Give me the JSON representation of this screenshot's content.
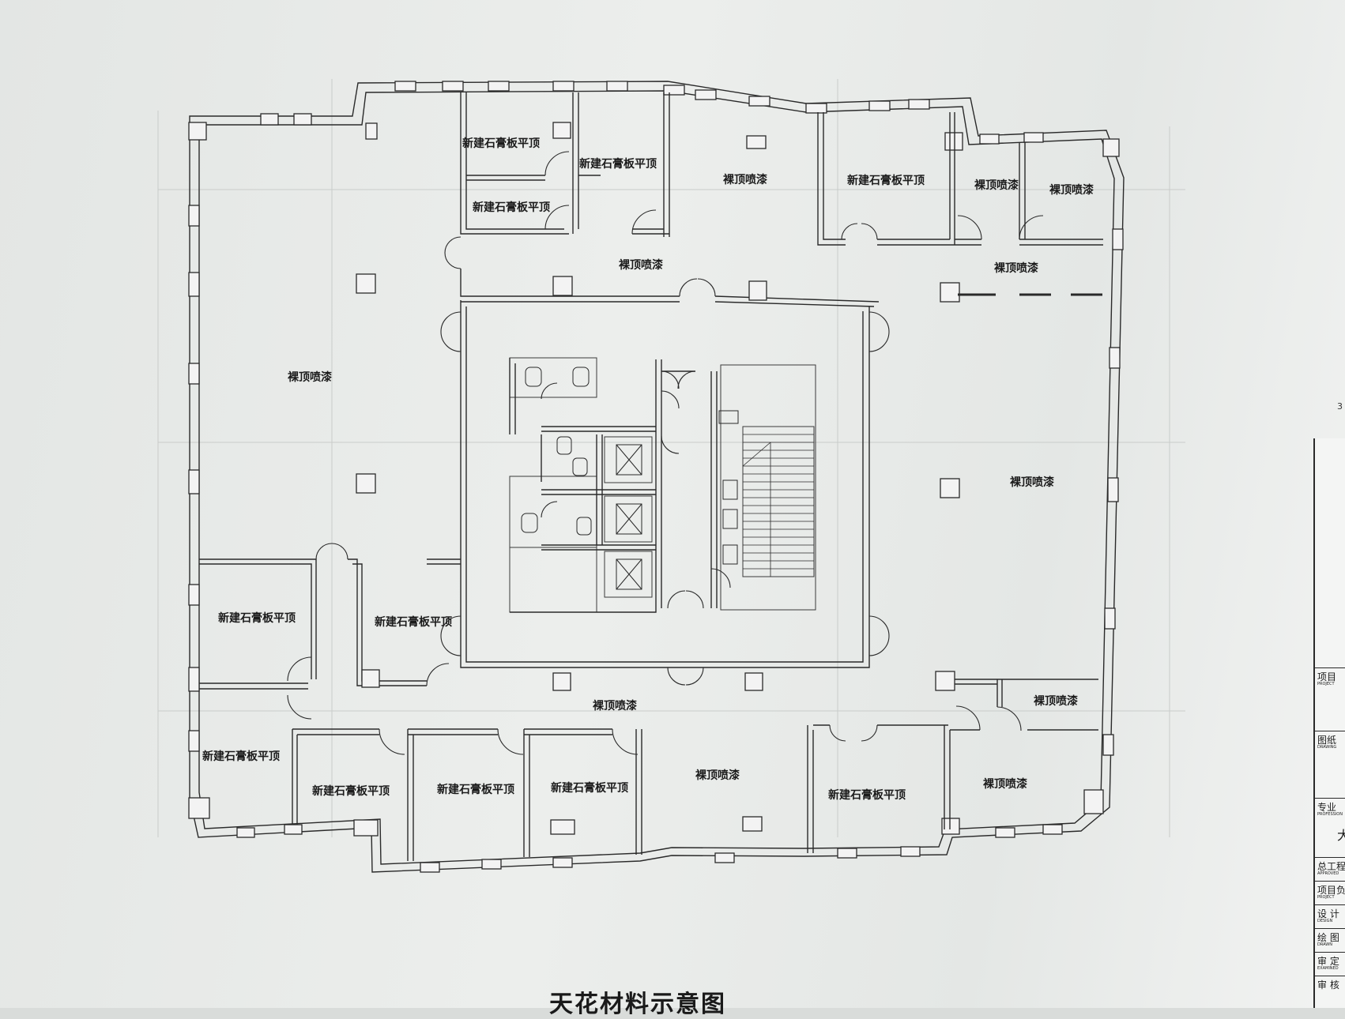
{
  "rooms": [
    {
      "label": "新建石膏板平顶"
    },
    {
      "label": "新建石膏板平顶"
    },
    {
      "label": "新建石膏板平顶"
    },
    {
      "label": "裸顶喷漆"
    },
    {
      "label": "新建石膏板平顶"
    },
    {
      "label": "裸顶喷漆"
    },
    {
      "label": "裸顶喷漆"
    },
    {
      "label": "裸顶喷漆"
    },
    {
      "label": "裸顶喷漆"
    },
    {
      "label": "裸顶喷漆"
    },
    {
      "label": "裸顶喷漆"
    },
    {
      "label": "新建石膏板平顶"
    },
    {
      "label": "新建石膏板平顶"
    },
    {
      "label": "裸顶喷漆"
    },
    {
      "label": "裸顶喷漆"
    },
    {
      "label": "新建石膏板平顶"
    },
    {
      "label": "新建石膏板平顶"
    },
    {
      "label": "新建石膏板平顶"
    },
    {
      "label": "新建石膏板平顶"
    },
    {
      "label": "裸顶喷漆"
    },
    {
      "label": "新建石膏板平顶"
    },
    {
      "label": "裸顶喷漆"
    }
  ],
  "drawing_title": "天花材料示意图",
  "edge_number": "3",
  "title_block": [
    {
      "cn": "项目",
      "en": "PROJECT"
    },
    {
      "cn": "图纸",
      "en": "DRAWING"
    },
    {
      "cn": "专业",
      "en": "PROFESSION"
    },
    {
      "cn": "大",
      "en": ""
    },
    {
      "cn": "总工程",
      "en": "APPROVED"
    },
    {
      "cn": "项目负",
      "en": "PROJECT"
    },
    {
      "cn": "设 计",
      "en": "DESIGN"
    },
    {
      "cn": "绘 图",
      "en": "DRAWN"
    },
    {
      "cn": "审 定",
      "en": "EXAMINED"
    },
    {
      "cn": "审 核",
      "en": ""
    }
  ]
}
